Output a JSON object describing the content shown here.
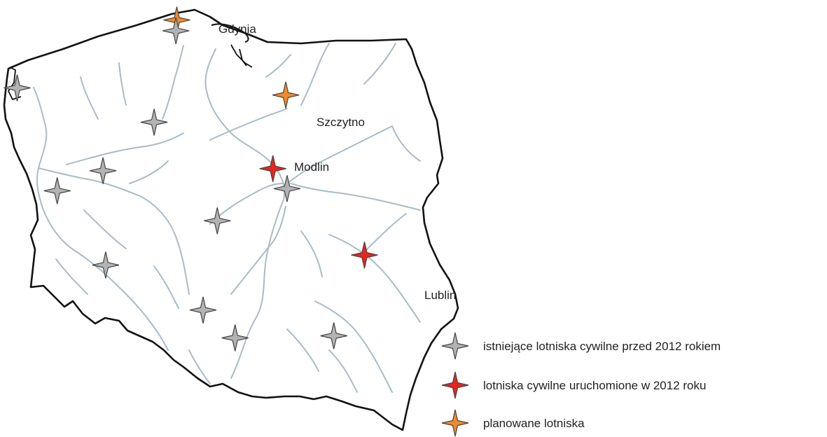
{
  "colors": {
    "border": "#111111",
    "river": "#a9bcc6",
    "existing": "#b3b3b3",
    "opened_2012": "#e8241d",
    "planned": "#f08a2a",
    "star_outline": "#444444"
  },
  "cities": {
    "gdynia": "Gdynia",
    "szczytno": "Szczytno",
    "modlin": "Modlin",
    "lublin": "Lublin"
  },
  "legend": {
    "existing": "istniejące lotniska cywilne przed 2012 rokiem",
    "opened_2012": "lotniska cywilne uruchomione w 2012 roku",
    "planned": "planowane lotniska"
  },
  "airports": [
    {
      "id": "gdynia",
      "status": "planned",
      "lat": 54.53,
      "lon": 18.49
    },
    {
      "id": "gdansk",
      "status": "existing",
      "lat": 54.38,
      "lon": 18.47
    },
    {
      "id": "szczecin",
      "status": "existing",
      "lat": 53.58,
      "lon": 14.9
    },
    {
      "id": "bydgoszcz",
      "status": "existing",
      "lat": 53.1,
      "lon": 17.98
    },
    {
      "id": "szczytno",
      "status": "planned",
      "lat": 53.48,
      "lon": 20.94
    },
    {
      "id": "modlin",
      "status": "opened_2012",
      "lat": 52.45,
      "lon": 20.65
    },
    {
      "id": "warszawa",
      "status": "existing",
      "lat": 52.17,
      "lon": 20.97
    },
    {
      "id": "poznan",
      "status": "existing",
      "lat": 52.42,
      "lon": 16.83
    },
    {
      "id": "zielona-gora",
      "status": "existing",
      "lat": 52.14,
      "lon": 15.8
    },
    {
      "id": "lodz",
      "status": "existing",
      "lat": 51.72,
      "lon": 19.4
    },
    {
      "id": "wroclaw",
      "status": "existing",
      "lat": 51.1,
      "lon": 16.89
    },
    {
      "id": "lublin",
      "status": "opened_2012",
      "lat": 51.24,
      "lon": 22.71
    },
    {
      "id": "katowice",
      "status": "existing",
      "lat": 50.47,
      "lon": 19.08
    },
    {
      "id": "krakow",
      "status": "existing",
      "lat": 50.08,
      "lon": 19.8
    },
    {
      "id": "rzeszow",
      "status": "existing",
      "lat": 50.11,
      "lon": 22.02
    }
  ]
}
